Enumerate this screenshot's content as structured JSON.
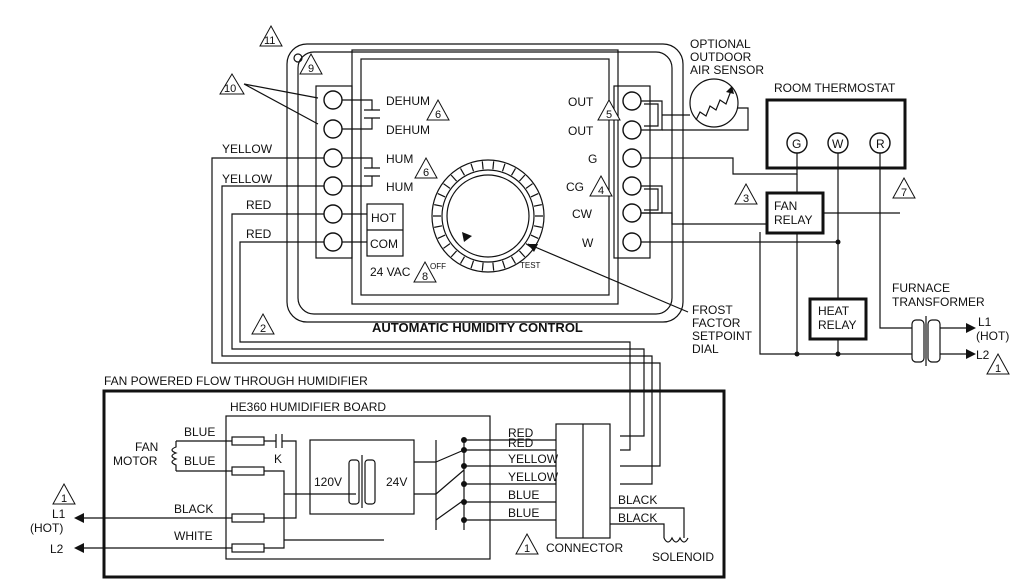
{
  "control": {
    "title": "AUTOMATIC HUMIDITY CONTROL",
    "left_terminals": [
      "DEHUM",
      "DEHUM",
      "HUM",
      "HUM"
    ],
    "power_terminals": [
      "HOT",
      "COM"
    ],
    "power_label": "24 VAC",
    "dial_off": "OFF",
    "dial_test": "TEST",
    "right_terminals": [
      "OUT",
      "OUT",
      "G",
      "CG",
      "CW",
      "W"
    ]
  },
  "wires": {
    "yellow_1": "YELLOW",
    "yellow_2": "YELLOW",
    "red_1": "RED",
    "red_2": "RED"
  },
  "sensor": {
    "label_1": "OPTIONAL",
    "label_2": "OUTDOOR",
    "label_3": "AIR SENSOR"
  },
  "thermostat": {
    "label": "ROOM THERMOSTAT",
    "terminals": [
      "G",
      "W",
      "R"
    ]
  },
  "relays": {
    "fan_1": "FAN",
    "fan_2": "RELAY",
    "heat_1": "HEAT",
    "heat_2": "RELAY"
  },
  "frost": {
    "l1": "FROST",
    "l2": "FACTOR",
    "l3": "SETPOINT",
    "l4": "DIAL"
  },
  "transformer": {
    "l1": "FURNACE",
    "l2": "TRANSFORMER",
    "out_l1": "L1",
    "out_hot": "(HOT)",
    "out_l2": "L2"
  },
  "humidifier": {
    "title": "FAN POWERED FLOW THROUGH HUMIDIFIER",
    "board": "HE360 HUMIDIFIER BOARD",
    "fan_1": "FAN",
    "fan_2": "MOTOR",
    "blue_1": "BLUE",
    "blue_2": "BLUE",
    "relay_k": "K",
    "v120": "120V",
    "v24": "24V",
    "black": "BLACK",
    "white": "WHITE",
    "l1": "L1",
    "hot": "(HOT)",
    "l2": "L2",
    "connector_wires": [
      "RED",
      "RED",
      "YELLOW",
      "YELLOW",
      "BLUE",
      "BLUE"
    ],
    "sol_black_1": "BLACK",
    "sol_black_2": "BLACK",
    "connector": "CONNECTOR",
    "solenoid": "SOLENOID"
  },
  "notes": {
    "n1a": "1",
    "n1b": "1",
    "n1c": "1",
    "n2": "2",
    "n3": "3",
    "n4": "4",
    "n5": "5",
    "n6a": "6",
    "n6b": "6",
    "n7": "7",
    "n8": "8",
    "n9": "9",
    "n10": "10",
    "n11": "11"
  }
}
